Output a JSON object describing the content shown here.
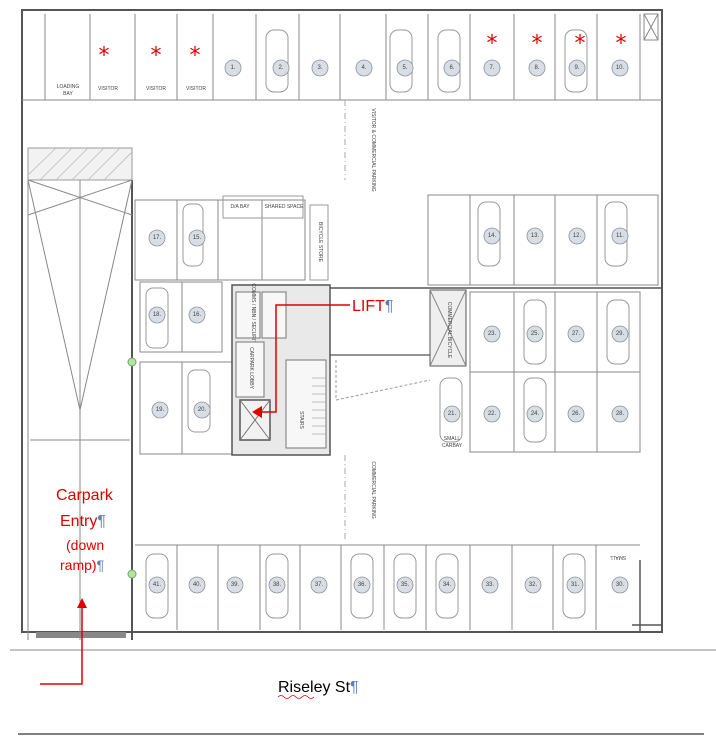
{
  "labels": {
    "lift": "LIFT",
    "carpark_entry": "Carpark",
    "carpark_entry_2": "Entry",
    "carpark_entry_3": "(down",
    "carpark_entry_4": "ramp)",
    "street": "Riseley St",
    "pilcrow": "¶",
    "loading_bay": "LOADING",
    "loading_bay_2": "BAY",
    "visitor": "VISITOR",
    "shared_space": "SHARED SPACE",
    "da_bay": "D/A BAY",
    "small_carbay": "SMALL",
    "small_carbay_2": "CARBAY",
    "stairs": "STAIRS",
    "carpark_lobby": "CARPARK LOBBY",
    "comms_security": "COMMS / NBN / SECURITY",
    "commercial_bicycle": "COMMERCIAL BICYCLE",
    "bicycle_store": "BICYCLE STORE",
    "visitor_commercial_parking": "VISITOR & COMMERCIAL PARKING",
    "commercial_parking": "COMMERCIAL PARKING"
  },
  "slots_top": [
    "1.",
    "2.",
    "3.",
    "4.",
    "5.",
    "6.",
    "7.",
    "8.",
    "9.",
    "10."
  ],
  "slots_mid_left": [
    "17.",
    "15.",
    "18.",
    "16.",
    "19.",
    "20."
  ],
  "slots_mid_right_top": [
    "14.",
    "13.",
    "12.",
    "11."
  ],
  "slots_mid_right_a": [
    "23.",
    "25.",
    "27.",
    "29."
  ],
  "slots_mid_right_b": [
    "21.",
    "22.",
    "24.",
    "26.",
    "28."
  ],
  "slots_bottom": [
    "41.",
    "40.",
    "39.",
    "38.",
    "37.",
    "36.",
    "35.",
    "34.",
    "33.",
    "32.",
    "31.",
    "30."
  ],
  "visitor_marker": "*",
  "colors": {
    "accent_red": "#e00000",
    "pilcrow_blue": "#5b7fb5"
  }
}
